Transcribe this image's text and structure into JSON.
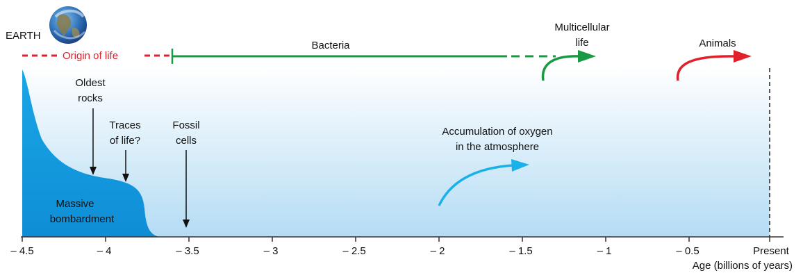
{
  "earth": {
    "label": "EARTH",
    "icon": "globe-icon"
  },
  "origin_label": "Origin of life",
  "bacteria_label": "Bacteria",
  "multicellular_label": [
    "Multicellular",
    "life"
  ],
  "animals_label": "Animals",
  "oldest_rocks_label": [
    "Oldest",
    "rocks"
  ],
  "traces_label": [
    "Traces",
    "of life?"
  ],
  "fossil_label": [
    "Fossil",
    "cells"
  ],
  "oxygen_label": [
    "Accumulation of oxygen",
    "in the atmosphere"
  ],
  "bombardment_label": [
    "Massive",
    "bombardment"
  ],
  "axis": {
    "ticks": [
      "– 4.5",
      "– 4",
      "– 3.5",
      "– 3",
      "– 2.5",
      "– 2",
      "– 1.5",
      "– 1",
      "– 0.5",
      "Present"
    ],
    "title": "Age (billions of years)"
  },
  "colors": {
    "green": "#1a9a45",
    "red": "#e0202a",
    "cyan": "#1ab0e8",
    "bombardment": "#1aa0e0",
    "background_gradient_top": "#ffffff",
    "background_gradient_bottom": "#b4dcf4"
  }
}
